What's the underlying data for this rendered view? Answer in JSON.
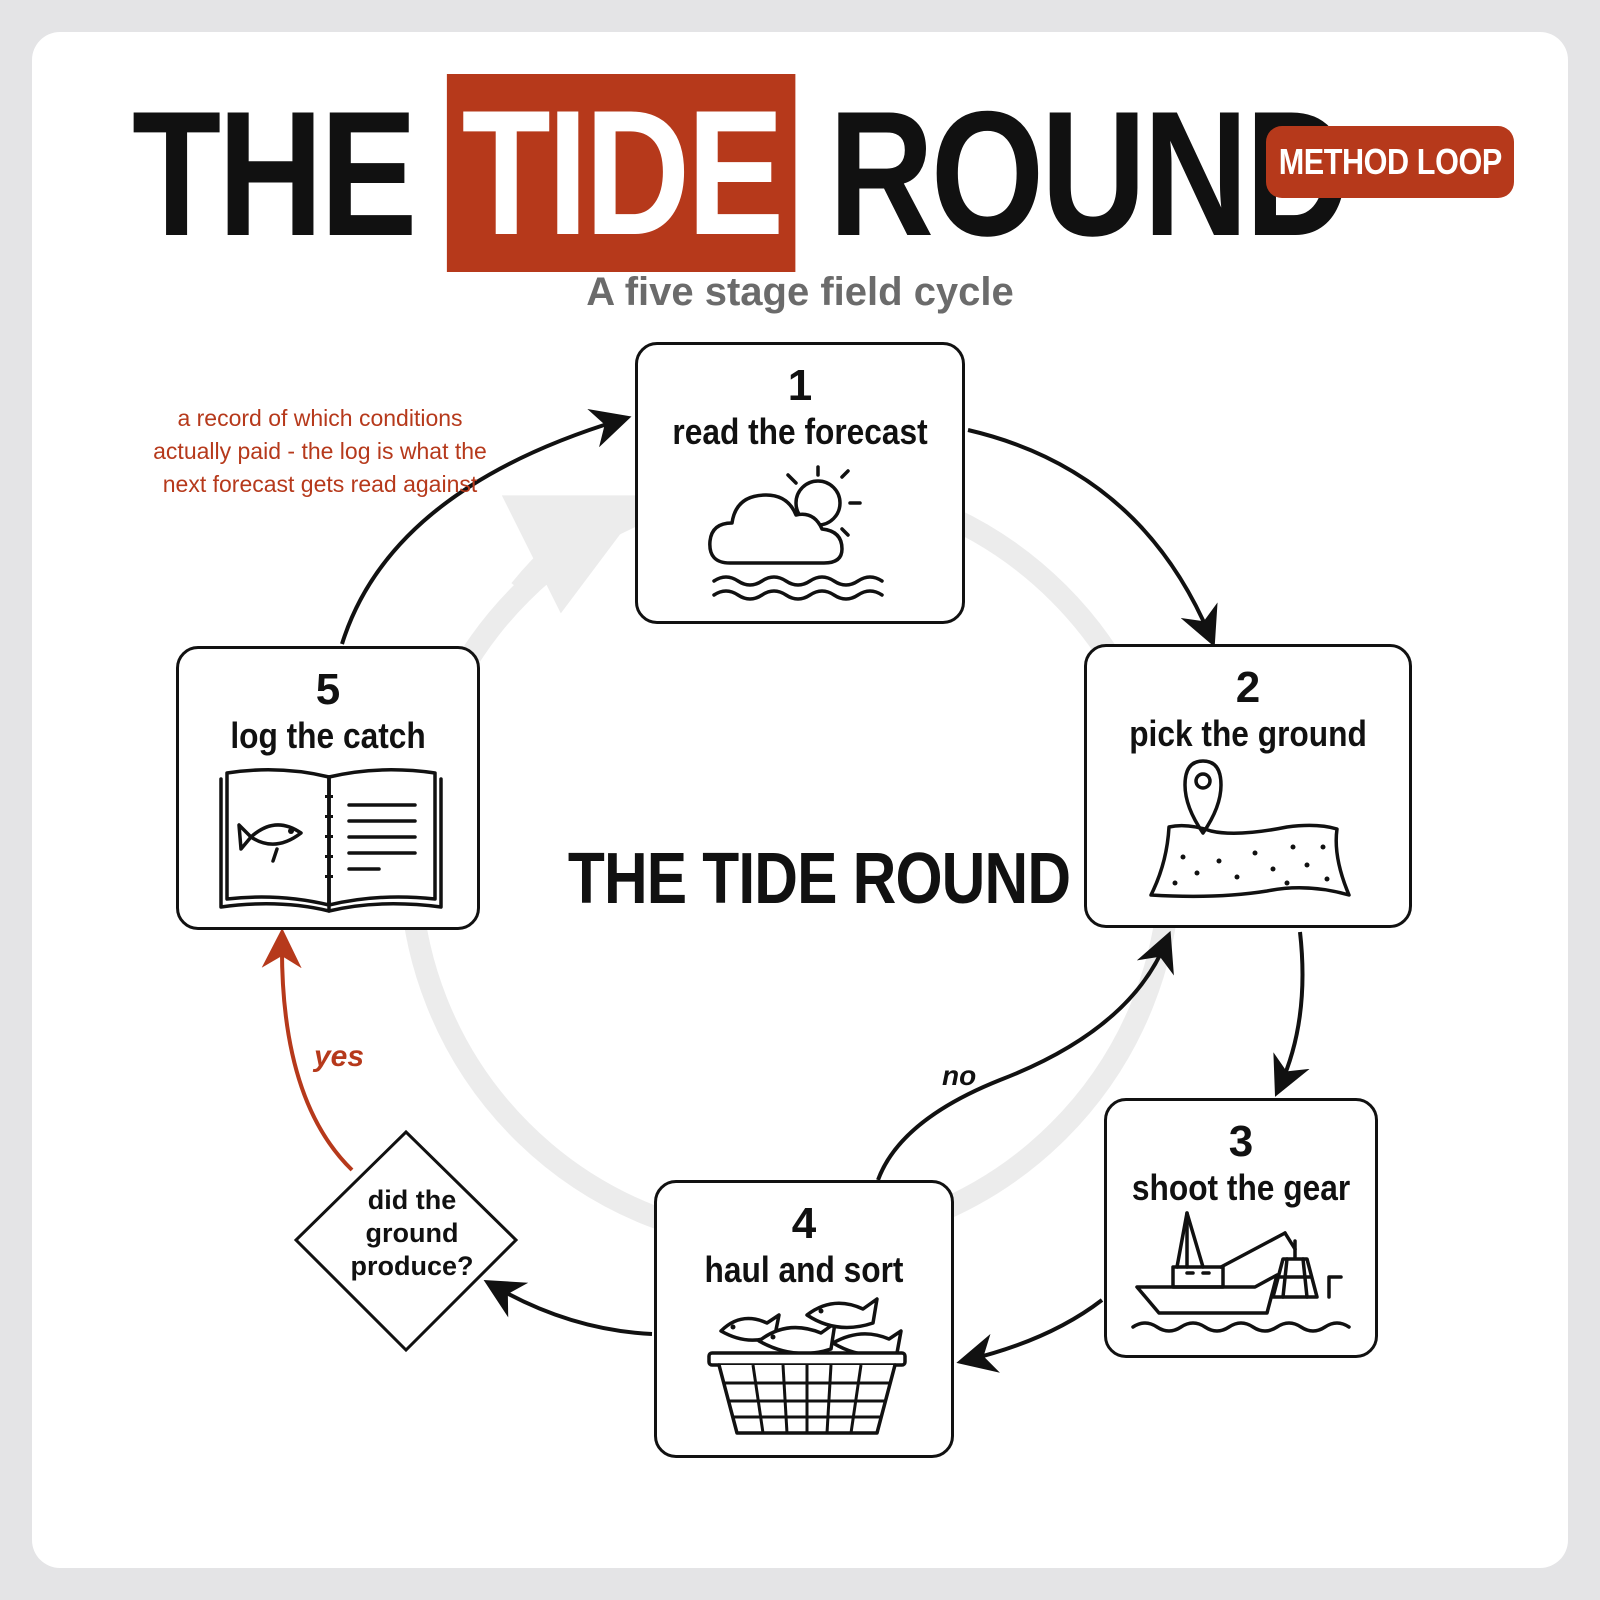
{
  "header": {
    "title_part1": "THE",
    "title_part2": "TIDE",
    "title_part3": "ROUND",
    "badge": "METHOD LOOP",
    "subtitle": "A five stage field cycle"
  },
  "center_title": "THE TIDE ROUND",
  "stages": [
    {
      "number": "1",
      "label": "read the forecast",
      "icon": "cloud-sun-waves-icon"
    },
    {
      "number": "2",
      "label": "pick the ground",
      "icon": "map-pin-icon"
    },
    {
      "number": "3",
      "label": "shoot the gear",
      "icon": "fishing-boat-icon"
    },
    {
      "number": "4",
      "label": "haul and sort",
      "icon": "fish-basket-icon"
    },
    {
      "number": "5",
      "label": "log the catch",
      "icon": "logbook-icon"
    }
  ],
  "decision": {
    "text": "did the ground produce?",
    "yes_label": "yes",
    "no_label": "no"
  },
  "note": "a record of which conditions actually paid - the log is what the next forecast gets read against",
  "colors": {
    "accent": "#b6391b",
    "ink": "#111111",
    "subtle": "#6b6b6b",
    "ring": "#ececec"
  }
}
